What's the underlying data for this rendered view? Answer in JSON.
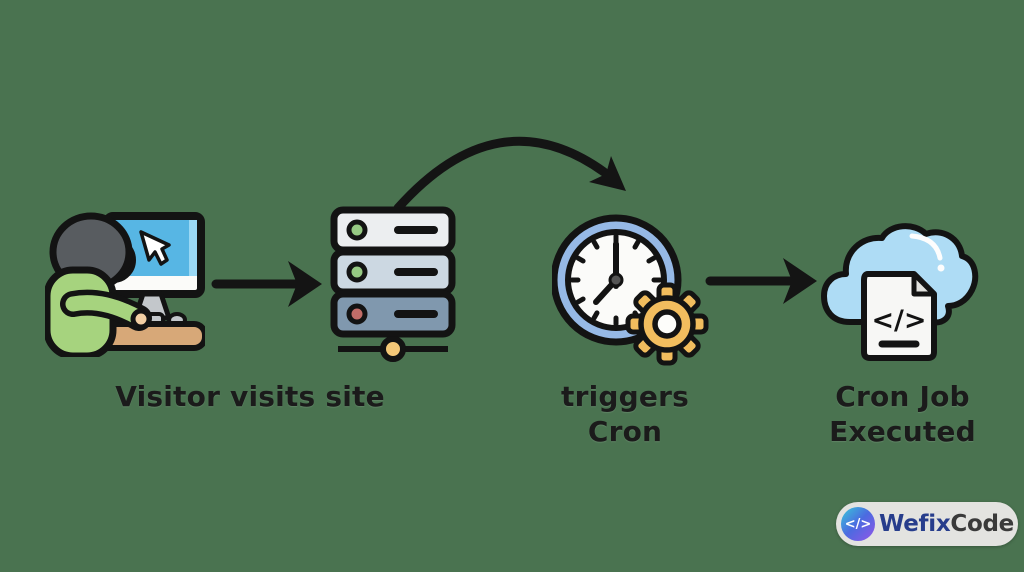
{
  "background_color": "#4a7350",
  "flow": {
    "nodes": [
      {
        "name": "visitor-at-computer",
        "icon": "person-at-computer-icon"
      },
      {
        "name": "web-server",
        "icon": "server-icon"
      },
      {
        "name": "cron-clock",
        "icon": "clock-gear-icon"
      },
      {
        "name": "cron-job-cloud",
        "icon": "cloud-code-icon"
      }
    ],
    "connectors": [
      {
        "name": "visitor-to-server",
        "type": "straight-right-arrow"
      },
      {
        "name": "server-to-cron",
        "type": "curved-arrow"
      },
      {
        "name": "cron-to-cloud",
        "type": "straight-right-arrow"
      }
    ],
    "labels": {
      "visitor": "Visitor visits site",
      "cron_line1": "triggers",
      "cron_line2": "Cron",
      "executed_line1": "Cron Job",
      "executed_line2": "Executed"
    },
    "document_glyph": "</>"
  },
  "logo": {
    "icon_glyph": "</>",
    "brand_primary": "Wefix",
    "brand_secondary": "Code",
    "pill_bg": "#e3e3e0",
    "primary_color": "#273d8c",
    "secondary_color": "#3a3a3a",
    "icon_gradient_start": "#38c9d9",
    "icon_gradient_end": "#9355e8"
  },
  "colors": {
    "arrow": "#141414",
    "label_text": "#1b1b1b",
    "clock_ring": "#96b9e6",
    "gear": "#f2bd5e",
    "cloud": "#aedcf5",
    "server_row_dark": "#8098ae",
    "shirt_green": "#a6d37e",
    "desk_tan": "#d7a878",
    "screen_blue": "#57b6e4",
    "node_yellow": "#f5c878"
  }
}
